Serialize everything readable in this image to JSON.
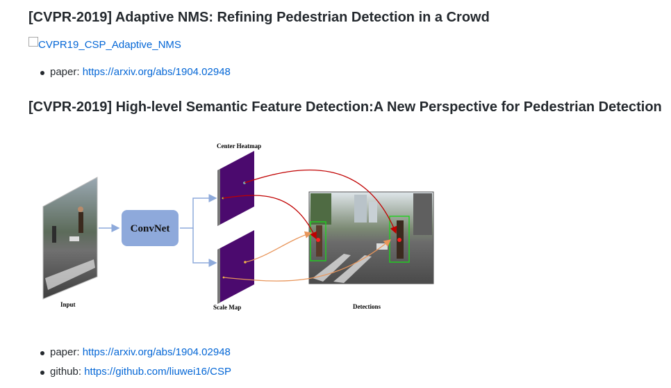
{
  "sections": [
    {
      "title": "[CVPR-2019] Adaptive NMS: Refining Pedestrian Detection in a Crowd",
      "image_alt": "CVPR19_CSP_Adaptive_NMS",
      "links": [
        {
          "label": "paper: ",
          "url_text": "https://arxiv.org/abs/1904.02948"
        }
      ]
    },
    {
      "title": "[CVPR-2019] High-level Semantic Feature Detection:A New Perspective for Pedestrian Detection",
      "figure": {
        "input_label": "Input",
        "network_label": "ConvNet",
        "center_label": "Center Heatmap",
        "scale_label": "Scale Map",
        "detections_label": "Detections"
      },
      "links": [
        {
          "label": "paper: ",
          "url_text": "https://arxiv.org/abs/1904.02948"
        },
        {
          "label": "github: ",
          "url_text": "https://github.com/liuwei16/CSP"
        }
      ]
    }
  ],
  "colors": {
    "heading": "#24292e",
    "link": "#0366d6",
    "convnet_box": "#8ea9db",
    "heatmap": "#4b0a6e",
    "arrow_blue": "#8eaadb",
    "arrow_red": "#c00000",
    "arrow_orange": "#e8955a"
  }
}
